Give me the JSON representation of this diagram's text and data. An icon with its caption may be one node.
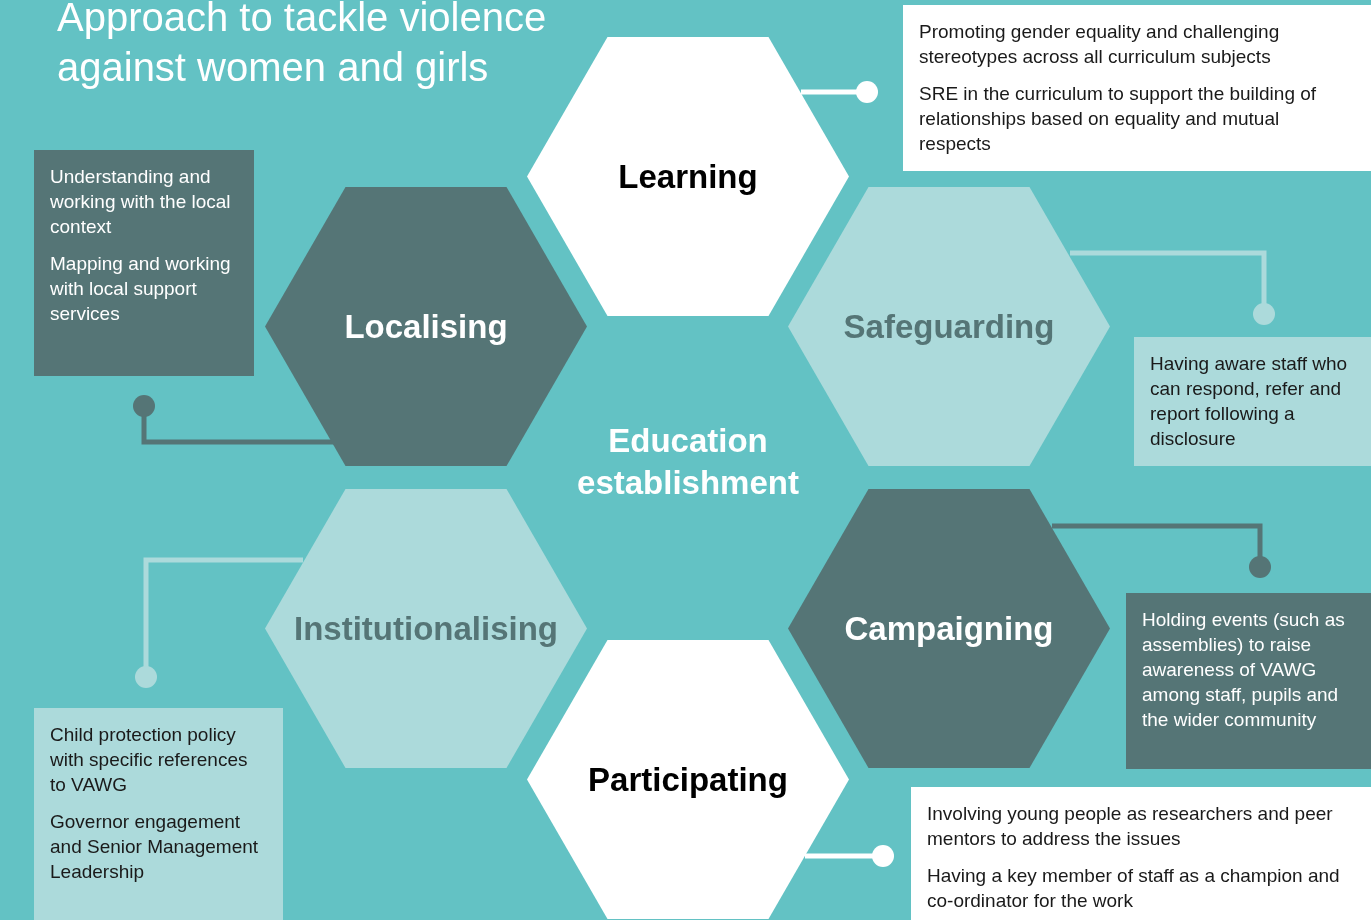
{
  "diagram": {
    "title": "Approach to tackle violence against women and girls",
    "nodes": [
      {
        "text": [
          "Learning"
        ]
      },
      {
        "text": [
          "Promoting gender equality and challenging stereotypes across all curriculum subjects",
          "SRE in the curriculum to support the building of relationships based on equality and mutual respects"
        ]
      },
      {
        "text": [
          "Understanding and working with the local context",
          "Mapping and working with local support services"
        ]
      },
      {
        "text": [
          "Localising"
        ]
      },
      {
        "text": [
          "Safeguarding"
        ]
      },
      {
        "text": [
          "Having aware staff who can respond, refer and report following a disclosure"
        ]
      },
      {
        "text": [
          "Institutionalising"
        ]
      },
      {
        "text": [
          "Campaigning"
        ]
      },
      {
        "text": [
          "Holding events (such as assemblies) to raise awareness of VAWG among staff, pupils and the wider community"
        ]
      },
      {
        "text": [
          "Child protection policy with specific references to VAWG",
          "Governor engagement and Senior Management Leadership"
        ]
      },
      {
        "text": [
          "Participating"
        ]
      },
      {
        "text": [
          "Involving young people as researchers and peer mentors to address the issues",
          "Having a key member of staff as a champion and co-ordinator for the work"
        ]
      }
    ],
    "edges": [
      {
        "from": 0,
        "to": 1,
        "arrow": "other",
        "color": "#ffffff"
      },
      {
        "from": 3,
        "to": 2,
        "arrow": "other",
        "color": "#557576"
      },
      {
        "from": 4,
        "to": 5,
        "arrow": "other",
        "color": "#acdadb"
      },
      {
        "from": 7,
        "to": 8,
        "arrow": "other",
        "color": "#557576"
      },
      {
        "from": 6,
        "to": 9,
        "arrow": "other",
        "color": "#acdadb"
      },
      {
        "from": 10,
        "to": 11,
        "arrow": "other",
        "color": "#ffffff"
      }
    ],
    "labels": [
      "Education establishment"
    ]
  }
}
